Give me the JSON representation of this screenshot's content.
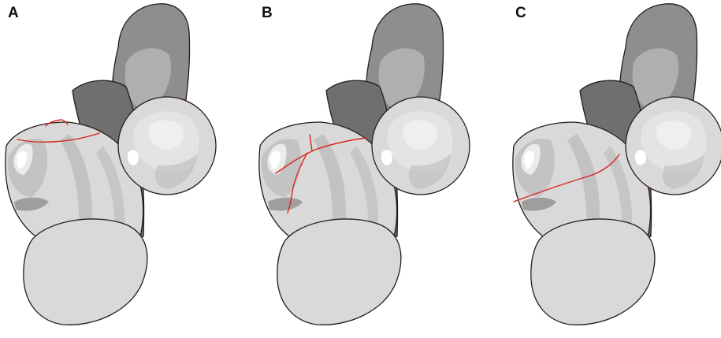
{
  "panels": [
    {
      "label": "A",
      "variant": "a"
    },
    {
      "label": "B",
      "variant": "b"
    },
    {
      "label": "C",
      "variant": "c"
    }
  ],
  "colors": {
    "outline": "#2a1a1a",
    "fracture": "#d7261e",
    "bone_light": "#d9d9d9",
    "bone_mid": "#bdbdbd",
    "bone_dark": "#8e8e8e",
    "bone_darkest": "#6f6f6f",
    "highlight": "#ffffff"
  }
}
